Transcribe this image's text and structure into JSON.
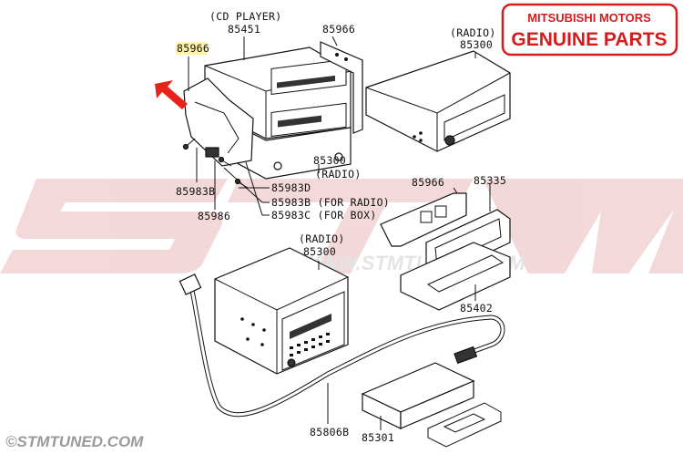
{
  "badge": {
    "line1": "MITSUBISHI MOTORS",
    "line2": "GENUINE PARTS",
    "color": "#d51c1c"
  },
  "watermark": {
    "logo_text": "STM",
    "url": "WWW.STMTUNED.COM"
  },
  "footer": {
    "text": "©STMTUNED.COM"
  },
  "highlight_color": "#fff3a6",
  "arrow_color": "#e8231c",
  "callouts": {
    "cd_player_caption": "(CD PLAYER)",
    "cd_player_part": "85451",
    "bracket_highlighted": "85966",
    "bracket_top": "85966",
    "radio_top_caption": "(RADIO)",
    "radio_top_part": "85300",
    "radio_mid_part": "85300",
    "radio_mid_caption": "(RADIO)",
    "screw_left": "85983B",
    "screw_d": "85983D",
    "screw_b_radio": "85983B (FOR RADIO)",
    "screw_c_box": "85983C (FOR BOX)",
    "spacer": "85986",
    "bracket_right": "85966",
    "panel": "85335",
    "radio_low_caption": "(RADIO)",
    "radio_low_part": "85300",
    "box": "85402",
    "cable": "85806B",
    "remote_box": "85301"
  }
}
